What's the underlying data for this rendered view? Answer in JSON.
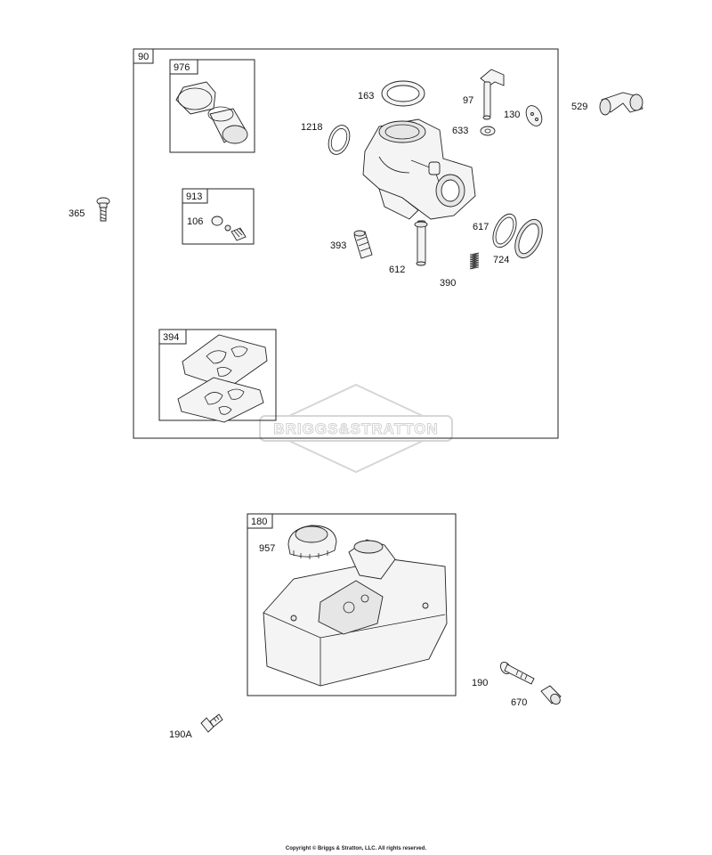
{
  "watermark": "BRIGGS&STRATTON",
  "copyright": "Copyright © Briggs & Stratton, LLC. All rights reserved.",
  "boxes": {
    "carburetor_assembly": "90",
    "boot_kit": "976",
    "valve_kit": "913",
    "gasket_kit": "394",
    "fuel_tank_assembly": "180"
  },
  "parts": {
    "p365": "365",
    "p976": "976",
    "p163": "163",
    "p97": "97",
    "p130": "130",
    "p529": "529",
    "p633": "633",
    "p1218": "1218",
    "p913": "913",
    "p106": "106",
    "p393": "393",
    "p612": "612",
    "p617": "617",
    "p724": "724",
    "p390": "390",
    "p957": "957",
    "p190": "190",
    "p670": "670",
    "p190A": "190A"
  }
}
